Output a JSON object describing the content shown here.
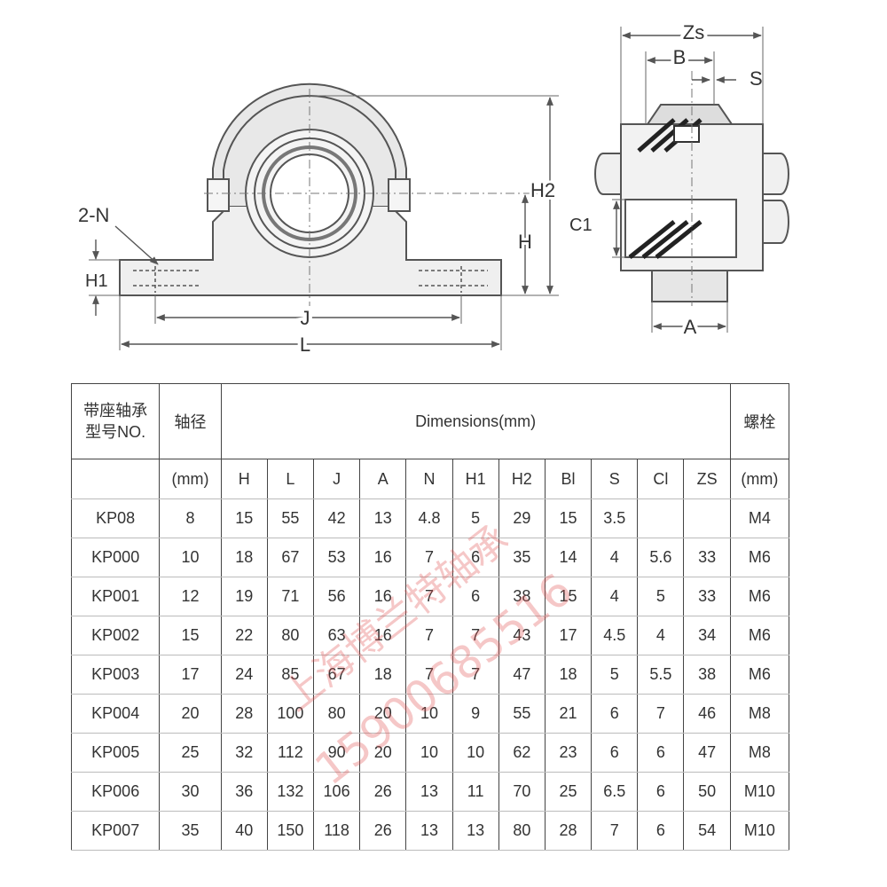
{
  "drawing": {
    "labels": {
      "zs": "Zs",
      "b": "B",
      "s": "S",
      "h2": "H2",
      "h": "H",
      "c1": "C1",
      "a": "A",
      "two_n": "2-N",
      "h1": "H1",
      "j": "J",
      "l": "L"
    }
  },
  "table": {
    "model_header_line1": "带座轴承",
    "model_header_line2": "型号NO.",
    "shaft_header": "轴径",
    "dimensions_header": "Dimensions(mm)",
    "bolt_header": "螺栓",
    "shaft_unit": "(mm)",
    "bolt_unit": "(mm)",
    "columns": [
      "H",
      "L",
      "J",
      "A",
      "N",
      "H1",
      "H2",
      "Bl",
      "S",
      "Cl",
      "ZS"
    ],
    "rows": [
      {
        "model": "KP08",
        "shaft": "8",
        "dims": [
          "15",
          "55",
          "42",
          "13",
          "4.8",
          "5",
          "29",
          "15",
          "3.5",
          "",
          ""
        ],
        "bolt": "M4"
      },
      {
        "model": "KP000",
        "shaft": "10",
        "dims": [
          "18",
          "67",
          "53",
          "16",
          "7",
          "6",
          "35",
          "14",
          "4",
          "5.6",
          "33"
        ],
        "bolt": "M6"
      },
      {
        "model": "KP001",
        "shaft": "12",
        "dims": [
          "19",
          "71",
          "56",
          "16",
          "7",
          "6",
          "38",
          "15",
          "4",
          "5",
          "33"
        ],
        "bolt": "M6"
      },
      {
        "model": "KP002",
        "shaft": "15",
        "dims": [
          "22",
          "80",
          "63",
          "16",
          "7",
          "7",
          "43",
          "17",
          "4.5",
          "4",
          "34"
        ],
        "bolt": "M6"
      },
      {
        "model": "KP003",
        "shaft": "17",
        "dims": [
          "24",
          "85",
          "67",
          "18",
          "7",
          "7",
          "47",
          "18",
          "5",
          "5.5",
          "38"
        ],
        "bolt": "M6"
      },
      {
        "model": "KP004",
        "shaft": "20",
        "dims": [
          "28",
          "100",
          "80",
          "20",
          "10",
          "9",
          "55",
          "21",
          "6",
          "7",
          "46"
        ],
        "bolt": "M8"
      },
      {
        "model": "KP005",
        "shaft": "25",
        "dims": [
          "32",
          "112",
          "90",
          "20",
          "10",
          "10",
          "62",
          "23",
          "6",
          "6",
          "47"
        ],
        "bolt": "M8"
      },
      {
        "model": "KP006",
        "shaft": "30",
        "dims": [
          "36",
          "132",
          "106",
          "26",
          "13",
          "11",
          "70",
          "25",
          "6.5",
          "6",
          "50"
        ],
        "bolt": "M10"
      },
      {
        "model": "KP007",
        "shaft": "35",
        "dims": [
          "40",
          "150",
          "118",
          "26",
          "13",
          "13",
          "80",
          "28",
          "7",
          "6",
          "54"
        ],
        "bolt": "M10"
      }
    ]
  },
  "watermark": {
    "line1": "上海博兰特轴承",
    "line2": "15900685516"
  }
}
